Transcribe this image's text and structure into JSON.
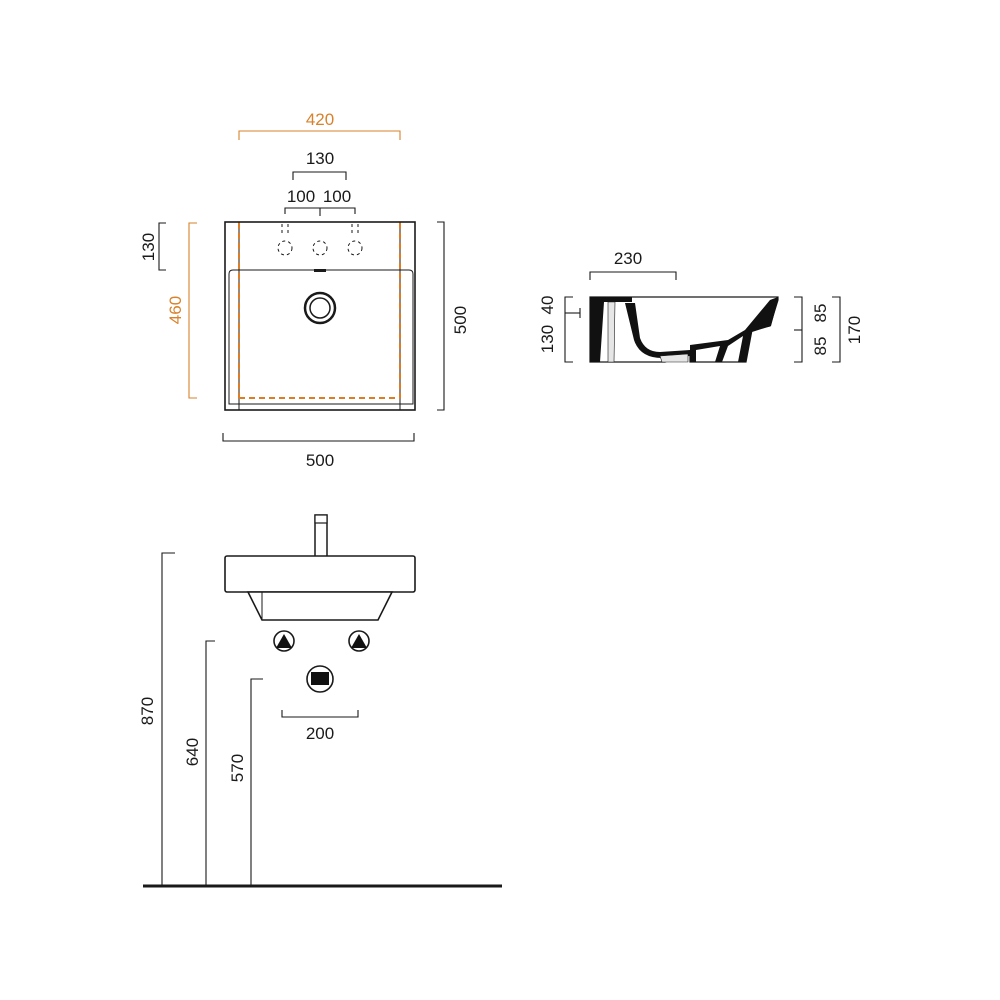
{
  "top_view": {
    "overall_width": "420",
    "tap_spacing_total": "130",
    "tap_spacing_left": "100",
    "tap_spacing_right": "100",
    "front_offset": "130",
    "inner_depth": "460",
    "outer_depth": "500",
    "outer_width": "500"
  },
  "section_view": {
    "drain_offset": "230",
    "rim_thickness": "40",
    "bowl_depth": "130",
    "upper_height": "85",
    "lower_height": "85",
    "total_height": "170"
  },
  "front_view": {
    "rim_height": "870",
    "supply_height": "640",
    "waste_height": "570",
    "waste_width": "200"
  },
  "colors": {
    "accent": "#d9822b",
    "ink": "#1a1a1a"
  }
}
